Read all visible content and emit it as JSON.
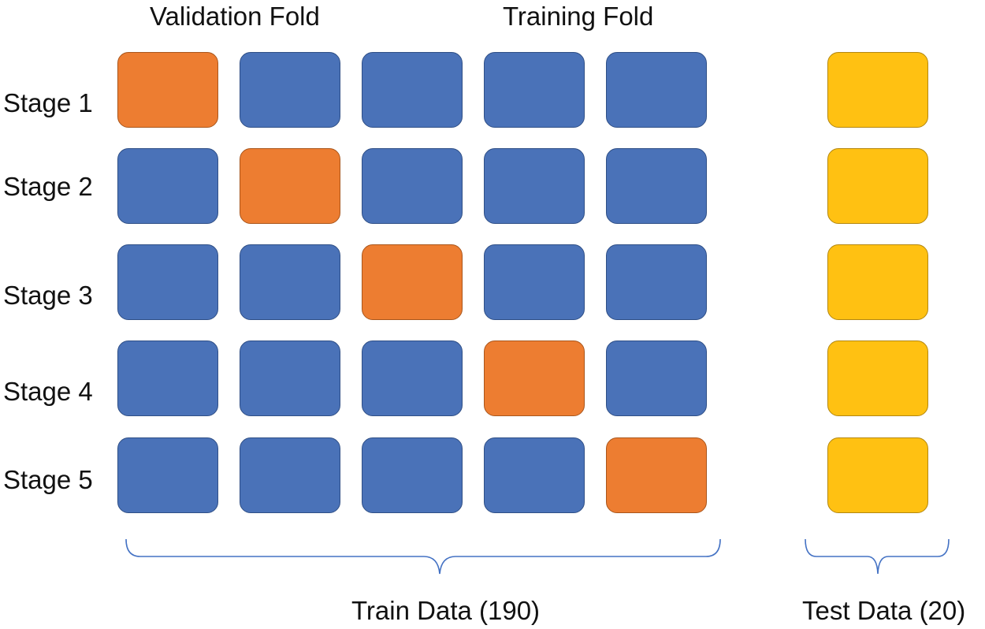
{
  "header": {
    "validation_label": "Validation Fold",
    "training_label": "Training Fold"
  },
  "stages": [
    {
      "label": "Stage 1",
      "validation_index": 0
    },
    {
      "label": "Stage 2",
      "validation_index": 1
    },
    {
      "label": "Stage 3",
      "validation_index": 2
    },
    {
      "label": "Stage 4",
      "validation_index": 3
    },
    {
      "label": "Stage 5",
      "validation_index": 4
    }
  ],
  "folds_per_stage": 5,
  "colors": {
    "training_fold": "#4a72b8",
    "validation_fold": "#ed7d31",
    "test_data": "#ffc112",
    "brace": "#4472c4"
  },
  "footer": {
    "train_label": "Train Data (190)",
    "test_label": "Test Data (20)"
  }
}
